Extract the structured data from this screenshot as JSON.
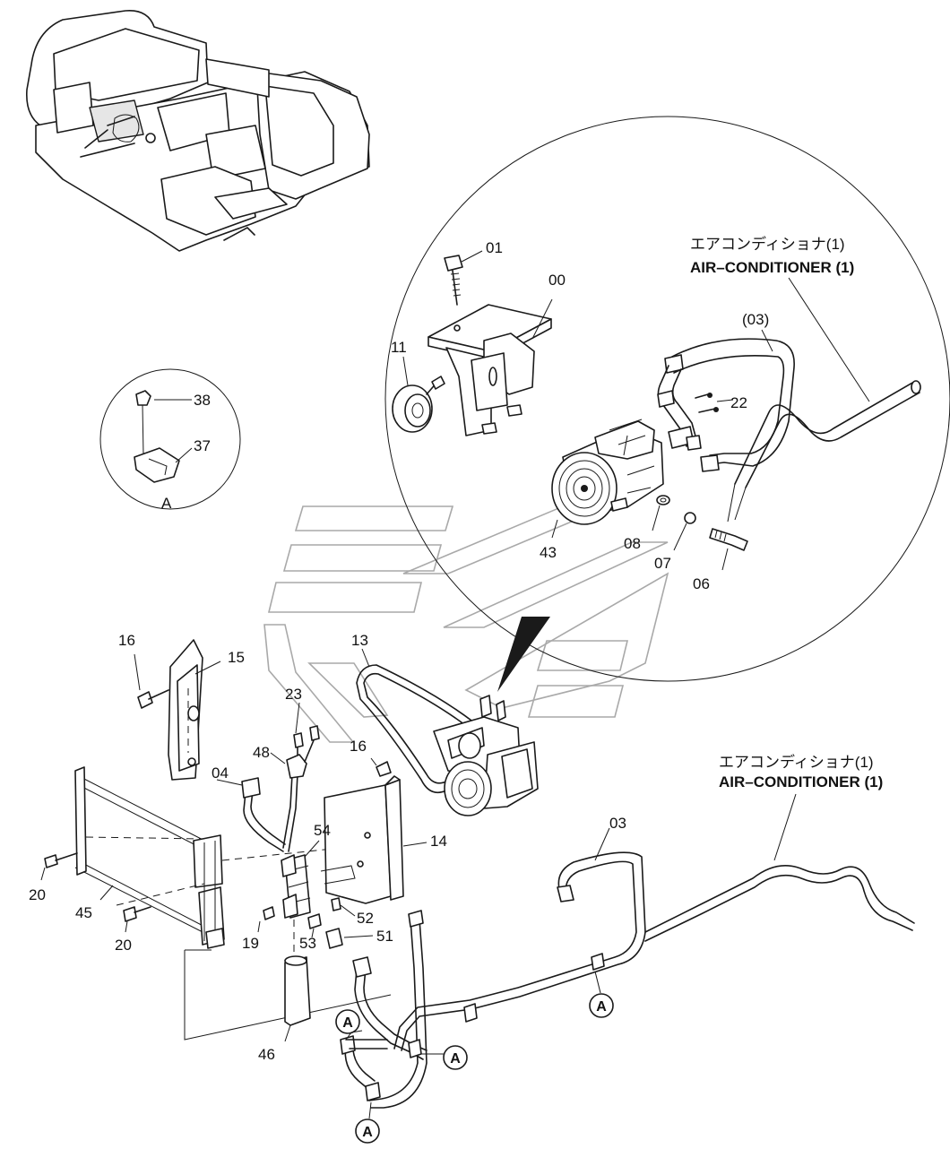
{
  "labels": {
    "p01": "01",
    "p00": "00",
    "p11": "11",
    "p03_paren": "(03)",
    "p22": "22",
    "p43": "43",
    "p08": "08",
    "p07": "07",
    "p06": "06",
    "p38": "38",
    "p37": "37",
    "detail_a": "A",
    "p13": "13",
    "p16_left": "16",
    "p15": "15",
    "p23": "23",
    "p48": "48",
    "p16_mid": "16",
    "p04": "04",
    "p14": "14",
    "p54": "54",
    "p20_left": "20",
    "p45": "45",
    "p20_bottom": "20",
    "p19": "19",
    "p53": "53",
    "p52": "52",
    "p51": "51",
    "p46": "46",
    "p03": "03"
  },
  "notes": {
    "ac_top_jp": "エアコンディショナ(1)",
    "ac_top_en": "AIR–CONDITIONER (1)",
    "ac_mid_jp": "エアコンディショナ(1)",
    "ac_mid_en": "AIR–CONDITIONER (1)"
  },
  "callouts": [
    "A",
    "A",
    "A",
    "A"
  ]
}
